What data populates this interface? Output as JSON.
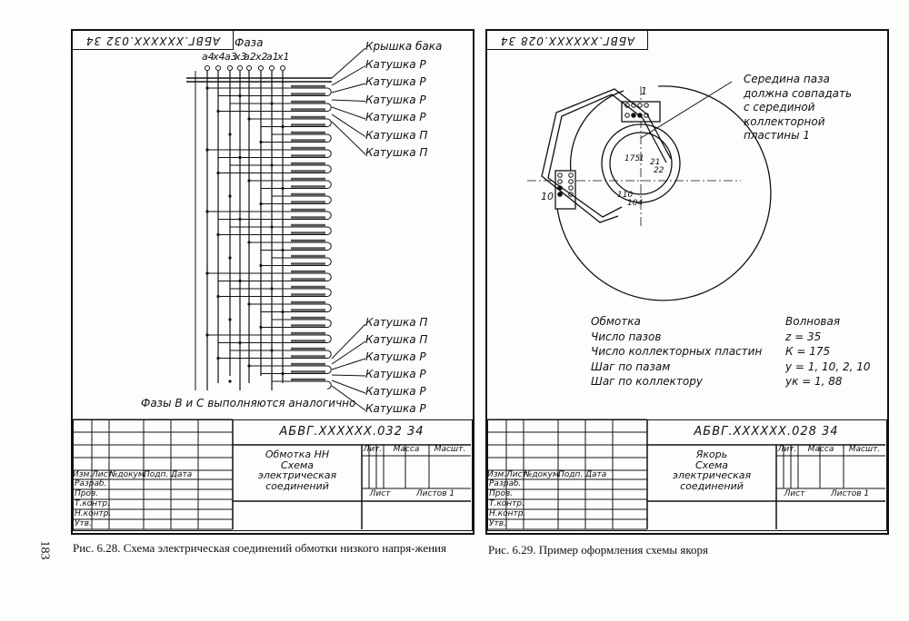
{
  "page_number": "183",
  "fig_left": {
    "stamp_code": "АБВГ.XXXXXX.032 34",
    "phase_label": "Фаза",
    "terminals": [
      "a4",
      "x4",
      "a3",
      "x3",
      "a2",
      "x2",
      "a1",
      "x1"
    ],
    "top_callouts": [
      "Крышка бака",
      "Катушка Р",
      "Катушка Р",
      "Катушка Р",
      "Катушка Р",
      "Катушка П",
      "Катушка П"
    ],
    "bottom_callouts": [
      "Катушка П",
      "Катушка П",
      "Катушка Р",
      "Катушка Р",
      "Катушка Р",
      "Катушка Р"
    ],
    "note": "Фазы В и С выполняются аналогично",
    "title_block": {
      "code": "АБВГ.XXXXXX.032 34",
      "name_lines": [
        "Обмотка НН",
        "Схема",
        "электрическая",
        "соединений"
      ],
      "headers": [
        "Изм.",
        "Лист",
        "№докум.",
        "Подп.",
        "Дата"
      ],
      "roles": [
        "Разраб.",
        "Пров.",
        "Т.контр.",
        "",
        "Н.контр.",
        "Утв."
      ],
      "lit": "Лит.",
      "mass": "Масса",
      "scale": "Масшт.",
      "sheet": "Лист",
      "sheets": "Листов 1"
    },
    "caption": "Рис. 6.28. Схема электрическая соединений обмотки низкого напря-жения"
  },
  "fig_right": {
    "stamp_code": "АБВГ.XXXXXX.028 34",
    "callout": [
      "Середина паза",
      "должна совпадать",
      "с серединой",
      "коллекторной",
      "пластины 1"
    ],
    "slot_labels": [
      "1",
      "10"
    ],
    "commutator_labels": [
      "175",
      "1",
      "21",
      "22",
      "110",
      "104"
    ],
    "params": [
      {
        "name": "Обмотка",
        "value": "Волновая"
      },
      {
        "name": "Число пазов",
        "value": "z = 35"
      },
      {
        "name": "Число коллекторных пластин",
        "value": "К = 175"
      },
      {
        "name": "Шаг по пазам",
        "value": "y = 1, 10, 2, 10"
      },
      {
        "name": "Шаг по коллектору",
        "value": "yк = 1, 88"
      }
    ],
    "title_block": {
      "code": "АБВГ.XXXXXX.028 34",
      "name_lines": [
        "Якорь",
        "Схема",
        "электрическая",
        "соединений"
      ],
      "headers": [
        "Изм.",
        "Лист",
        "№докум.",
        "Подп.",
        "Дата"
      ],
      "roles": [
        "Разраб.",
        "Пров.",
        "Т.контр.",
        "",
        "Н.контр.",
        "Утв."
      ],
      "lit": "Лит.",
      "mass": "Масса",
      "scale": "Масшт.",
      "sheet": "Лист",
      "sheets": "Листов 1"
    },
    "caption": "Рис. 6.29. Пример оформления схемы якоря"
  }
}
